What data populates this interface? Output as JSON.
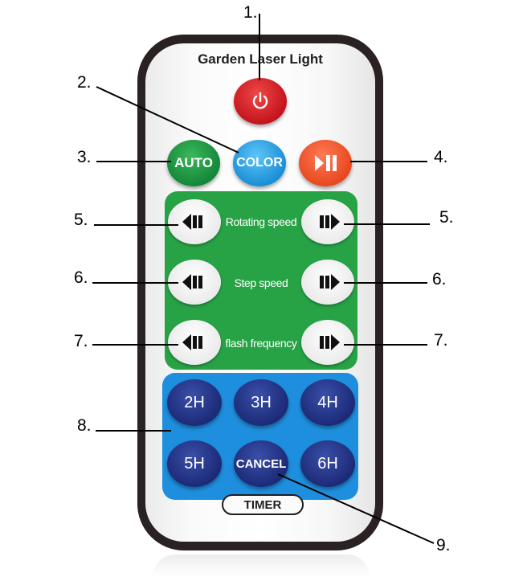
{
  "remote": {
    "title": "Garden Laser Light",
    "buttons": {
      "power_icon": "power-icon",
      "auto": "AUTO",
      "color": "COLOR",
      "play_pause_icon": "play-pause-icon"
    },
    "rows": [
      {
        "label": "Rotating speed",
        "left_icon": "arrow-left-icon",
        "right_icon": "arrow-right-icon"
      },
      {
        "label": "Step speed",
        "left_icon": "arrow-left-icon",
        "right_icon": "arrow-right-icon"
      },
      {
        "label": "flash frequency",
        "left_icon": "arrow-left-icon",
        "right_icon": "arrow-right-icon"
      }
    ],
    "timer": {
      "buttons": [
        "2H",
        "3H",
        "4H",
        "5H",
        "CANCEL",
        "6H"
      ],
      "label": "TIMER"
    },
    "colors": {
      "power": "#d31c24",
      "auto": "#1f9a45",
      "color": "#2ba3ea",
      "play": "#f25a30",
      "green_panel": "#27a346",
      "blue_panel": "#1e8fde",
      "timer_button": "#1f2c7c"
    }
  },
  "callouts": [
    "1.",
    "2.",
    "3.",
    "4.",
    "5.",
    "5.",
    "6.",
    "6.",
    "7.",
    "7.",
    "8.",
    "9."
  ]
}
